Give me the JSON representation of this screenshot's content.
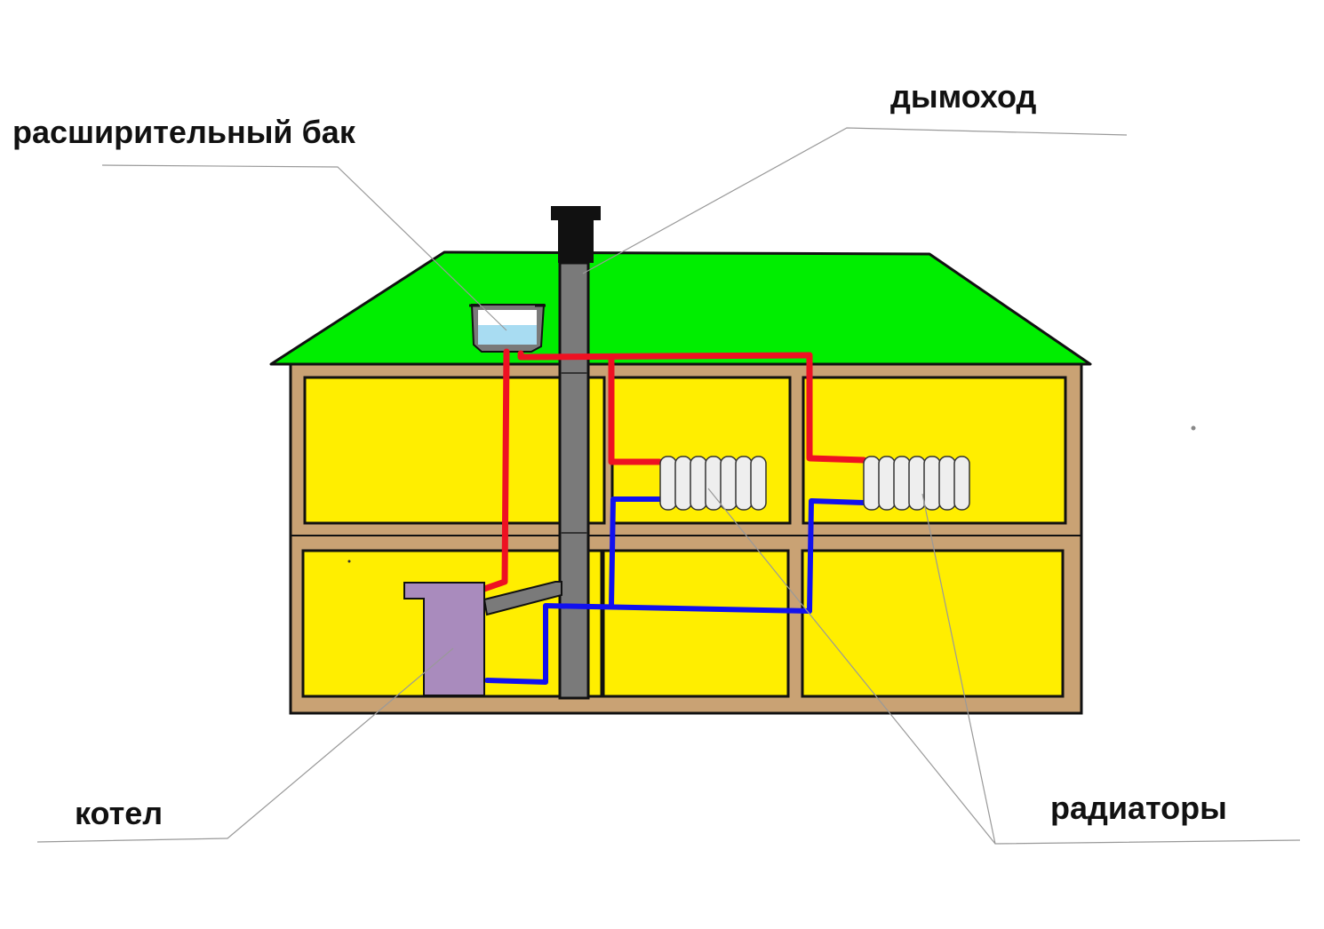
{
  "labels": {
    "expansion_tank": "расширительный бак",
    "chimney": "дымоход",
    "boiler": "котел",
    "radiators": "радиаторы"
  },
  "colors": {
    "roof": "#00ee00",
    "rooms": "#ffee00",
    "walls": "#c9a274",
    "hot_pipe": "#ee1122",
    "cold_pipe": "#1111ee",
    "chimney": "#7a7a7a",
    "boiler": "#a98bbd",
    "tank_water": "#a8dcf2",
    "radiator": "#e6e6e6"
  }
}
